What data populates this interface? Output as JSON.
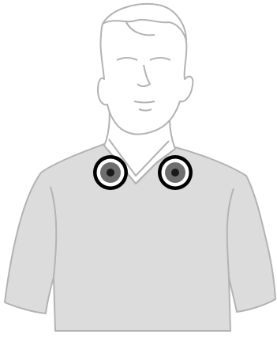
{
  "figure": {
    "subject": "person-wearing-neck-speakers",
    "colors": {
      "background": "#ffffff",
      "outline": "#b3b3b3",
      "shirt_fill": "#dcdcdc",
      "skin_fill": "#ffffff",
      "speaker_ring_outer": "#000000",
      "speaker_ring_inner": "#ffffff",
      "speaker_body": "#6e6e6e",
      "speaker_center": "#1a1a1a"
    },
    "speakers": [
      {
        "name": "left-speaker"
      },
      {
        "name": "right-speaker"
      }
    ]
  }
}
